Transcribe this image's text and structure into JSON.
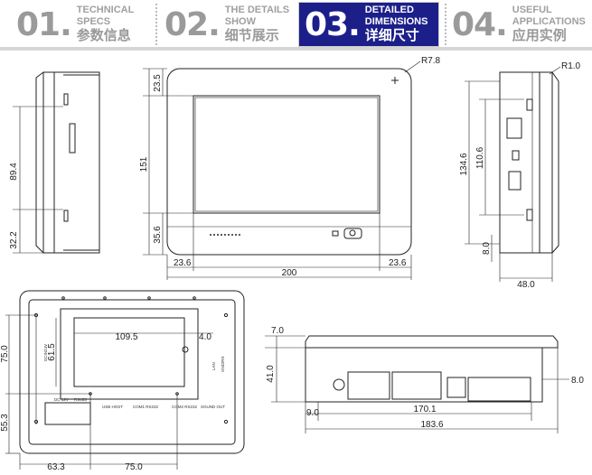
{
  "header": {
    "tabs": [
      {
        "num": "01.",
        "en1": "TECHNICAL",
        "en2": "SPECS",
        "cn": "参数信息",
        "active": false
      },
      {
        "num": "02.",
        "en1": "THE DETAILS",
        "en2": "SHOW",
        "cn": "细节展示",
        "active": false
      },
      {
        "num": "03.",
        "en1": "DETAILED",
        "en2": "DIMENSIONS",
        "cn": "详细尺寸",
        "active": true
      },
      {
        "num": "04.",
        "en1": "USEFUL",
        "en2": "APPLICATIONS",
        "cn": "应用实例",
        "active": false
      }
    ],
    "active_color": "#1c1f8a"
  },
  "dimensions": {
    "side_left": {
      "d1": "89.4",
      "d2": "32.2"
    },
    "front": {
      "radius": "R7.8",
      "top": "23.5",
      "height": "151",
      "bottom": "35.6",
      "left": "23.6",
      "width": "200",
      "right": "23.6"
    },
    "side_right": {
      "radius": "R1.0",
      "h1": "134.6",
      "h2": "110.6",
      "bottom": "8.0",
      "depth": "48.0"
    },
    "back": {
      "h1": "75.0",
      "h2": "61.5",
      "w1": "109.5",
      "w2": "4.0",
      "h3": "55.3",
      "w3": "63.3",
      "w4": "75.0",
      "labels": {
        "dc": "DC 12V",
        "com": "COM1",
        "rs": "RS485",
        "usb": "USB HOST",
        "com1": "COM1 RS232",
        "com2": "COM2 RS232",
        "sound": "SOUND OUT",
        "dcin": "DCIN24V",
        "gnd": "GND/RS",
        "lan": "LAN"
      }
    },
    "bottom": {
      "d1": "7.0",
      "d2": "41.0",
      "d3": "9.0",
      "d4": "170.1",
      "d5": "183.6",
      "d6": "8.0"
    }
  }
}
